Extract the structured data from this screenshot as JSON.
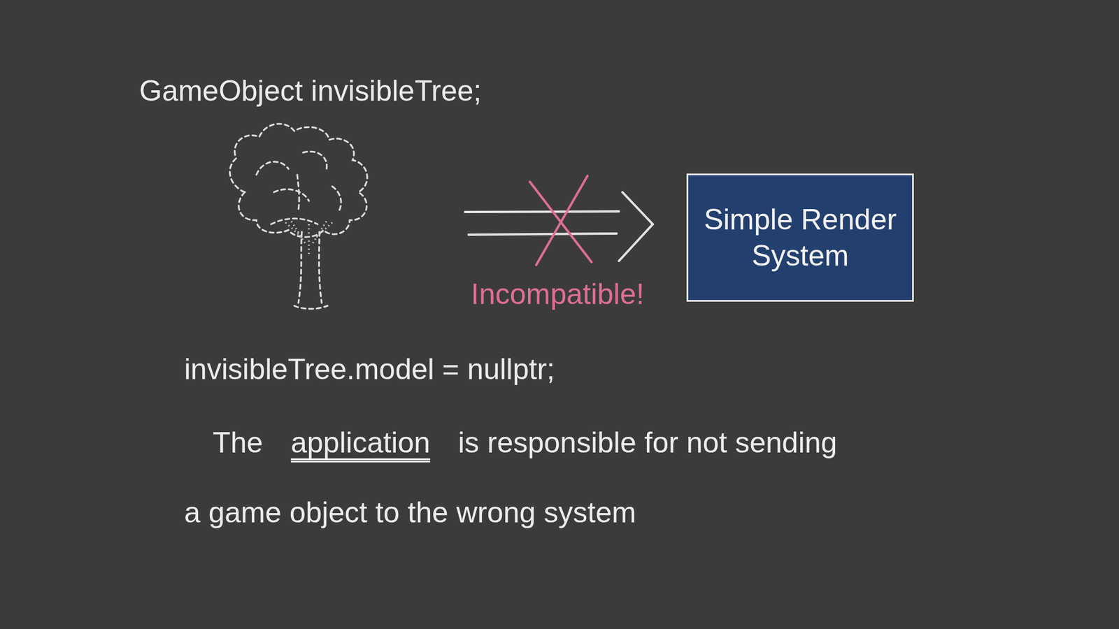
{
  "diagram": {
    "nodes": [
      {
        "text": [
          "Simple Render System"
        ]
      }
    ],
    "labels": [
      "GameObject invisibleTree;",
      "Incompatible!",
      "invisibleTree.model = nullptr;",
      "The",
      "application",
      "is responsible for not sending",
      "a game object to the wrong system"
    ]
  }
}
